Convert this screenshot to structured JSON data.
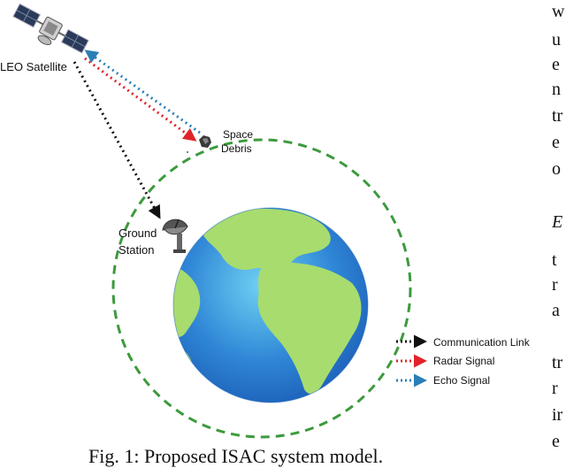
{
  "labels": {
    "satellite": "LEO Satellite",
    "debris_line1": "Space",
    "debris_line2": "Debris",
    "ground_line1": "Ground",
    "ground_line2": "Station"
  },
  "legend": [
    {
      "label": "Communication Link",
      "color": "#111111"
    },
    {
      "label": "Radar Signal",
      "color": "#e0242a"
    },
    {
      "label": "Echo Signal",
      "color": "#2a7fb6"
    }
  ],
  "caption": "Fig. 1: Proposed ISAC system model.",
  "body_text_fragments": [
    "w",
    "u",
    "e",
    "n",
    "tr",
    "e",
    "o",
    "E",
    "t",
    "r",
    "a",
    "tr",
    "r",
    "ir",
    "e"
  ],
  "colors": {
    "orbit": "#3c9a3c",
    "ocean": "#2f86d6",
    "land": "#9fd96a",
    "comm": "#111111",
    "radar": "#e0242a",
    "echo": "#2a7fb6"
  }
}
